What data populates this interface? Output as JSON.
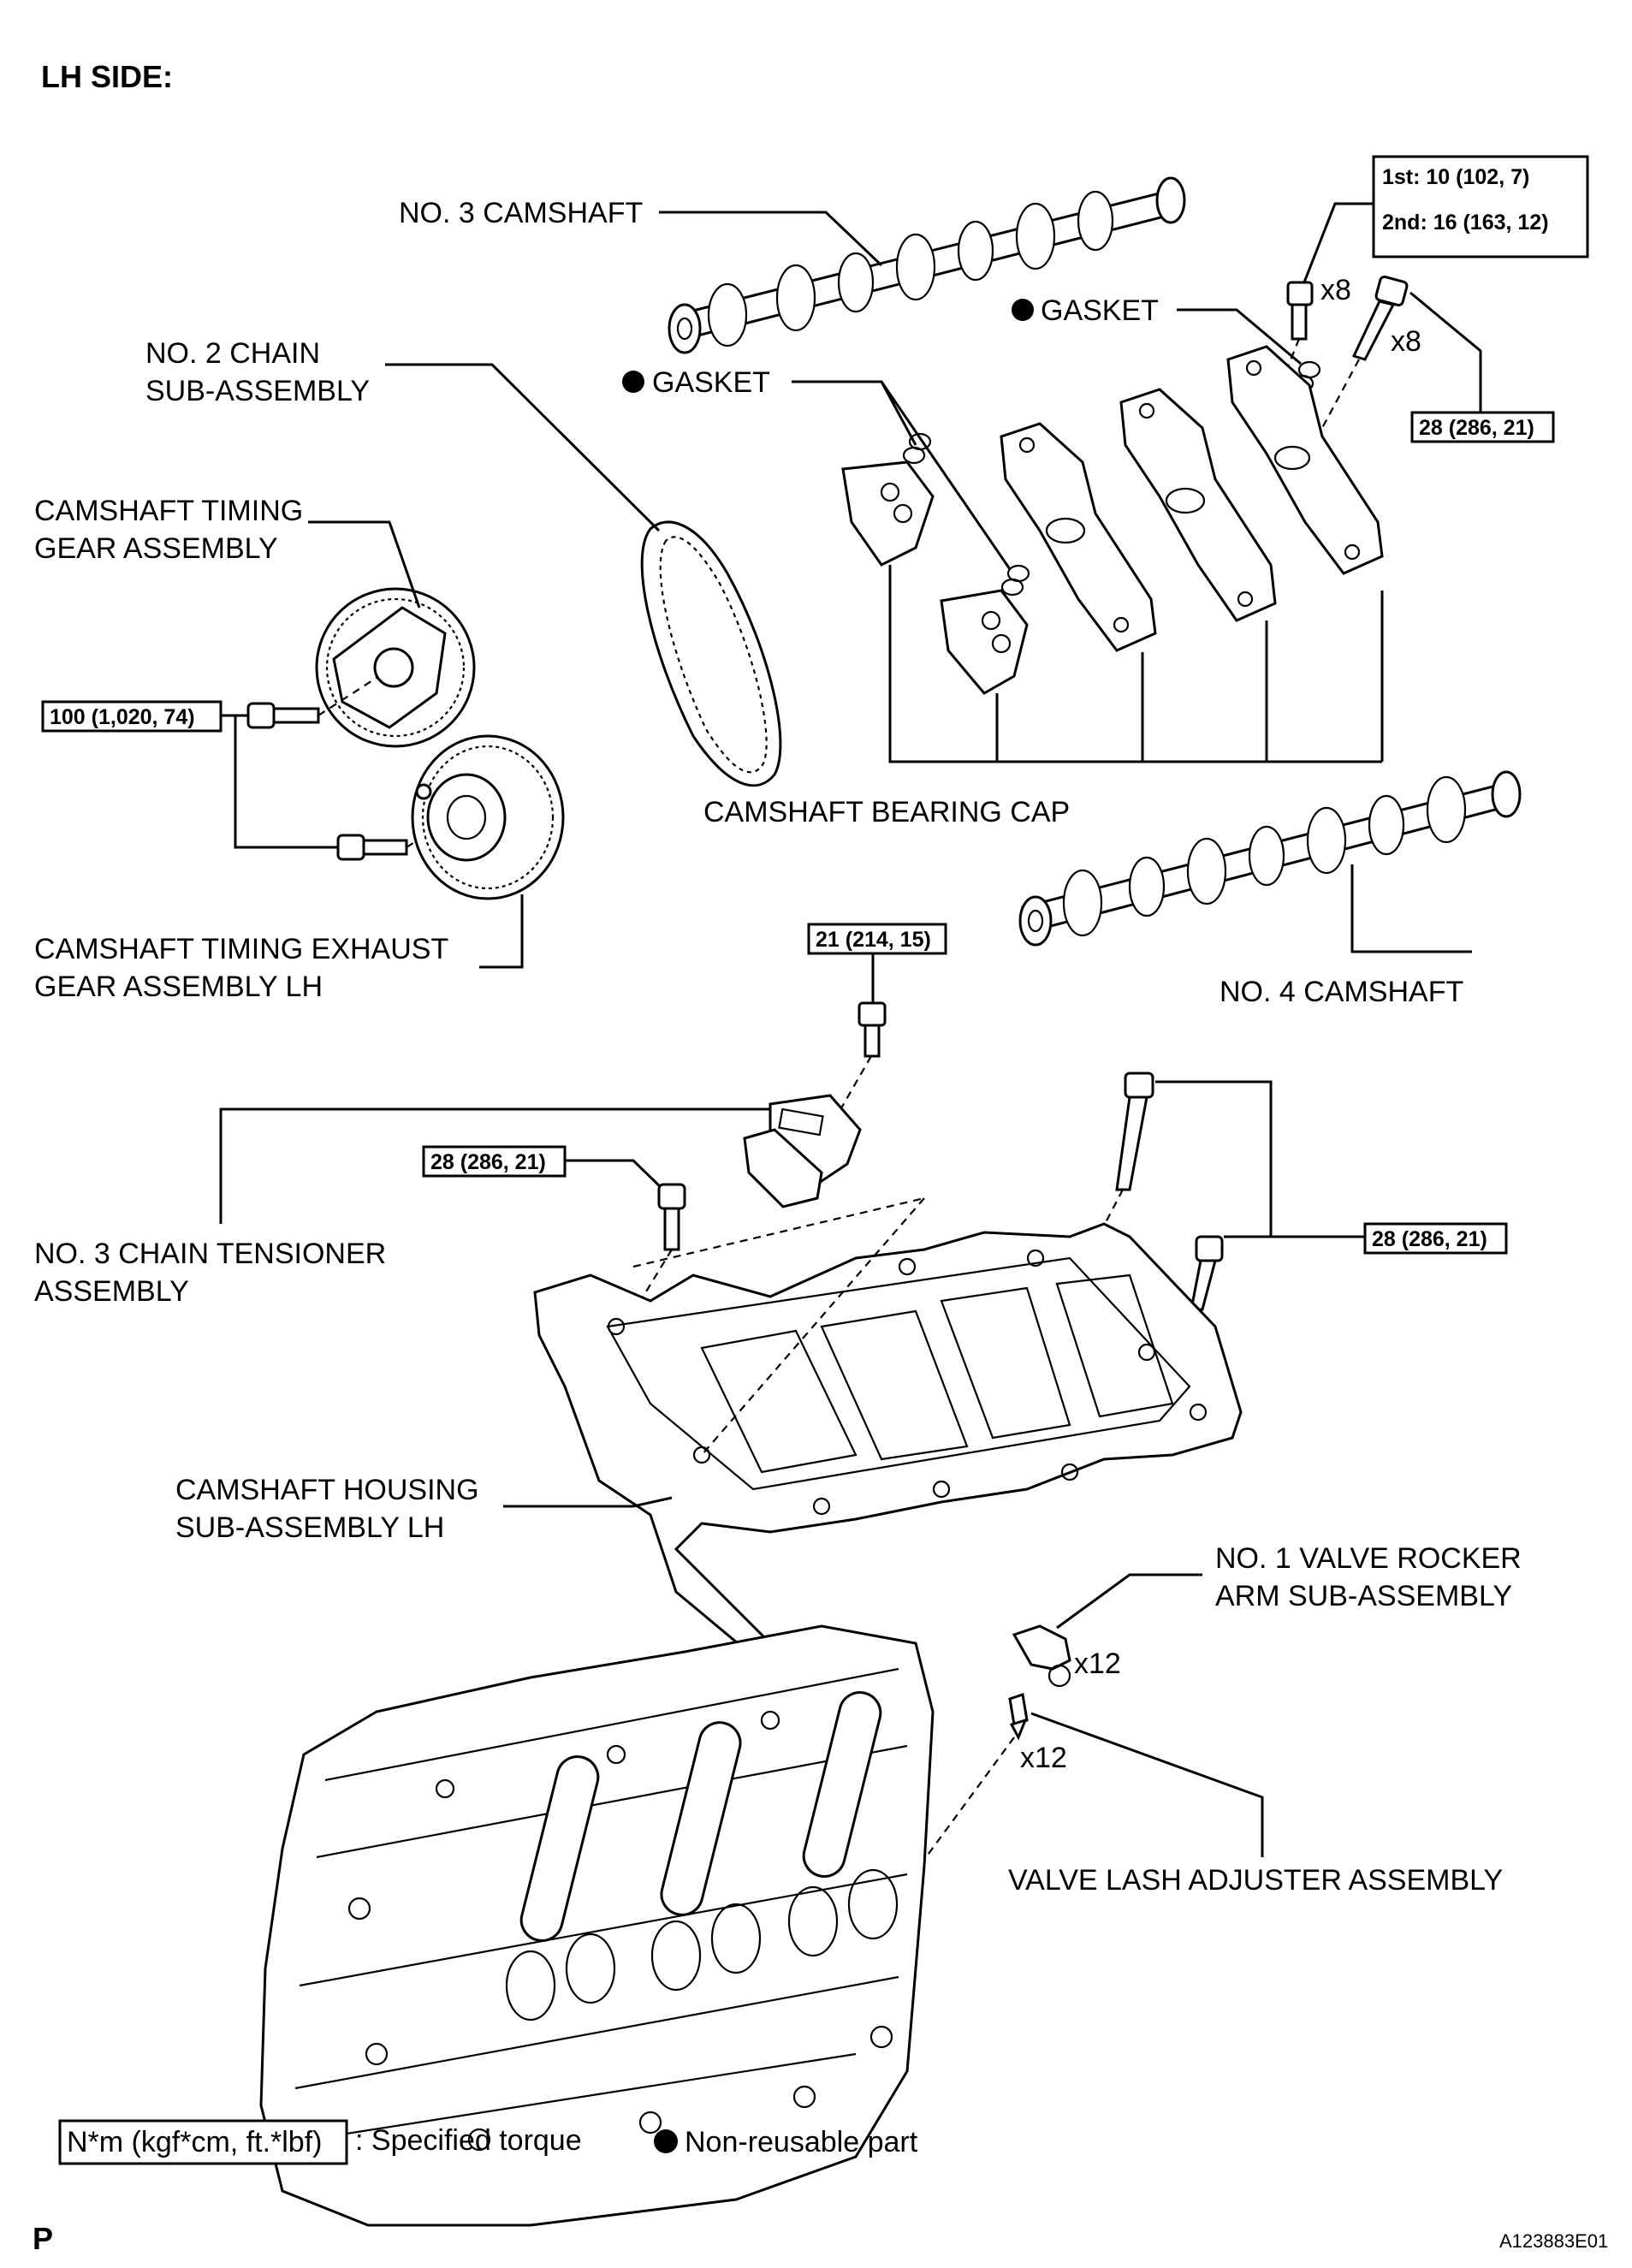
{
  "header": {
    "side_label": "LH SIDE:"
  },
  "labels": {
    "no3_camshaft": "NO. 3 CAMSHAFT",
    "no2_chain_line1": "NO. 2 CHAIN",
    "no2_chain_line2": "SUB-ASSEMBLY",
    "cam_timing_gear_line1": "CAMSHAFT TIMING",
    "cam_timing_gear_line2": "GEAR ASSEMBLY",
    "gasket_upper": "GASKET",
    "gasket_lower": "GASKET",
    "bearing_cap": "CAMSHAFT BEARING CAP",
    "exhaust_gear_line1": "CAMSHAFT TIMING EXHAUST",
    "exhaust_gear_line2": "GEAR ASSEMBLY LH",
    "no4_camshaft": "NO. 4 CAMSHAFT",
    "no3_tensioner_line1": "NO. 3 CHAIN TENSIONER",
    "no3_tensioner_line2": "ASSEMBLY",
    "housing_line1": "CAMSHAFT HOUSING",
    "housing_line2": "SUB-ASSEMBLY LH",
    "rocker_line1": "NO. 1 VALVE ROCKER",
    "rocker_line2": "ARM SUB-ASSEMBLY",
    "lash_adjuster": "VALVE LASH ADJUSTER ASSEMBLY"
  },
  "quantities": {
    "cap_bolt_small": "x8",
    "cap_bolt_long": "x8",
    "rocker_arm": "x12",
    "lash_adjuster": "x12"
  },
  "torques": {
    "cap_first": "1st: 10 (102, 7)",
    "cap_second": "2nd: 16 (163, 12)",
    "cap_long_bolt": "28 (286, 21)",
    "gear_bolt": "100 (1,020, 74)",
    "tensioner_bolt": "21 (214, 15)",
    "housing_left_bolt": "28 (286, 21)",
    "housing_right_bolt": "28 (286, 21)"
  },
  "legend": {
    "torque_box": "N*m (kgf*cm, ft.*lbf)",
    "torque_text": ": Specified torque",
    "nonreusable_text": "Non-reusable part"
  },
  "footer": {
    "page_letter": "P",
    "figure_id": "A123883E01"
  }
}
